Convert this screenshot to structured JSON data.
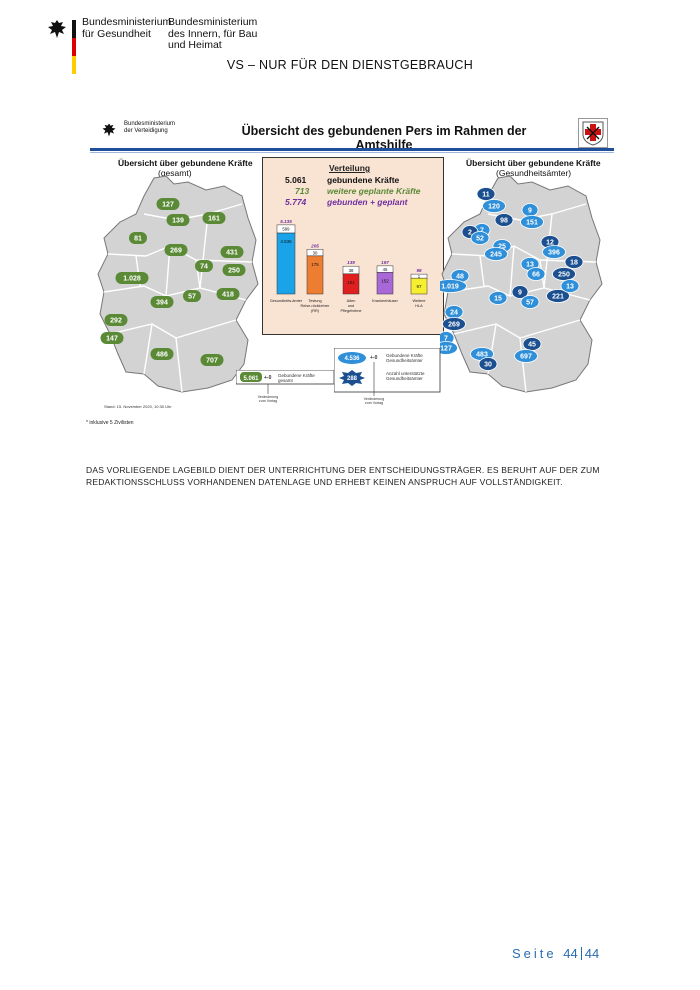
{
  "header": {
    "ministry_health": [
      "Bundesministerium",
      "für Gesundheit"
    ],
    "ministry_interior": [
      "Bundesministerium",
      "des Innern, für Bau",
      "und Heimat"
    ],
    "classification": "VS – NUR FÜR DEN DIENSTGEBRAUCH"
  },
  "slide": {
    "bmvg": [
      "Bundesministerium",
      "der Verteidigung"
    ],
    "title": "Übersicht des gebundenen Pers im Rahmen der Amtshilfe",
    "left_map_title": "Übersicht über gebundene Kräfte",
    "left_map_sub": "(gesamt)",
    "right_map_title": "Übersicht über gebundene Kräfte",
    "right_map_sub": "(Gesundheitsämter)",
    "left_values": [
      "127",
      "139",
      "161",
      "81",
      "269",
      "431",
      "74",
      "250",
      "1.028",
      "57",
      "418",
      "394",
      "292",
      "147",
      "486",
      "707"
    ],
    "right_values": [
      "11",
      "120",
      "9",
      "98",
      "151",
      "7",
      "2",
      "52",
      "25",
      "12",
      "396",
      "245",
      "18",
      "13",
      "66",
      "250",
      "48",
      "1.019",
      "9",
      "15",
      "57",
      "221",
      "13",
      "24",
      "269",
      "7",
      "127",
      "45",
      "483",
      "697",
      "30"
    ],
    "stand": "Stand: 15. November 2020, 10:30 Uhr",
    "footnote": "* inklusive 5 Zivilisten",
    "legend_left_value": "5.061",
    "legend_left_label": [
      "Gebundene Kräfte",
      "gesamt"
    ],
    "legend_left_delta": "+-0",
    "legend_left_note": [
      "Veränderung",
      "zum Vortag"
    ],
    "legend_right_value1": "4.536",
    "legend_right_label1": [
      "Gebundene Kräfte",
      "Gesundheitsämter"
    ],
    "legend_right_value2": "288",
    "legend_right_label2": [
      "Anzahl unterstützte",
      "Gesundheitsämter"
    ],
    "legend_right_delta": "+-0",
    "legend_right_note": [
      "Veränderung",
      "zum Vortag"
    ],
    "colors": {
      "green": "#5b8a37",
      "blue": "#2f8fd8",
      "darkblue": "#1b4f8f",
      "box": "#f9e3d3"
    }
  },
  "chart_data": {
    "type": "bar",
    "title": "Verteilung",
    "summary": [
      {
        "value": "5.061",
        "label": "gebundene Kräfte"
      },
      {
        "value": "713",
        "label": "weitere geplante Kräfte"
      },
      {
        "value": "5.774",
        "label": "gebunden + geplant"
      }
    ],
    "categories": [
      "Gesundheits-ämter",
      "Testung Reise-rückkehrer (RR)",
      "Alten und Pflegeheime",
      "Krankenhäuser",
      "Weitere HLA"
    ],
    "totals": [
      "5.135",
      "205",
      "139",
      "197",
      "98"
    ],
    "series": [
      {
        "values": [
          4536,
          175,
          101,
          152,
          97
        ],
        "labels": [
          "4.536",
          "175",
          "101",
          "152",
          "97"
        ]
      },
      {
        "values": [
          599,
          30,
          38,
          45,
          1
        ],
        "labels": [
          "599",
          "30",
          "38",
          "45",
          "1"
        ]
      }
    ],
    "bar_colors": [
      "#1aa3e8",
      "#ec7d31",
      "#e02020",
      "#a868d8",
      "#f6ef30"
    ],
    "ylim": [
      0,
      5200
    ]
  },
  "body": {
    "disclaimer": "DAS VORLIEGENDE LAGEBILD DIENT DER UNTERRICHTUNG DER ENTSCHEIDUNGSTRÄGER. ES BERUHT AUF DER ZUM REDAKTIONSSCHLUSS VORHANDENEN DATENLAGE UND ERHEBT KEINEN ANSPRUCH AUF VOLLSTÄNDIGKEIT."
  },
  "footer": {
    "seite": "Seite",
    "page": "44",
    "total": "44"
  }
}
